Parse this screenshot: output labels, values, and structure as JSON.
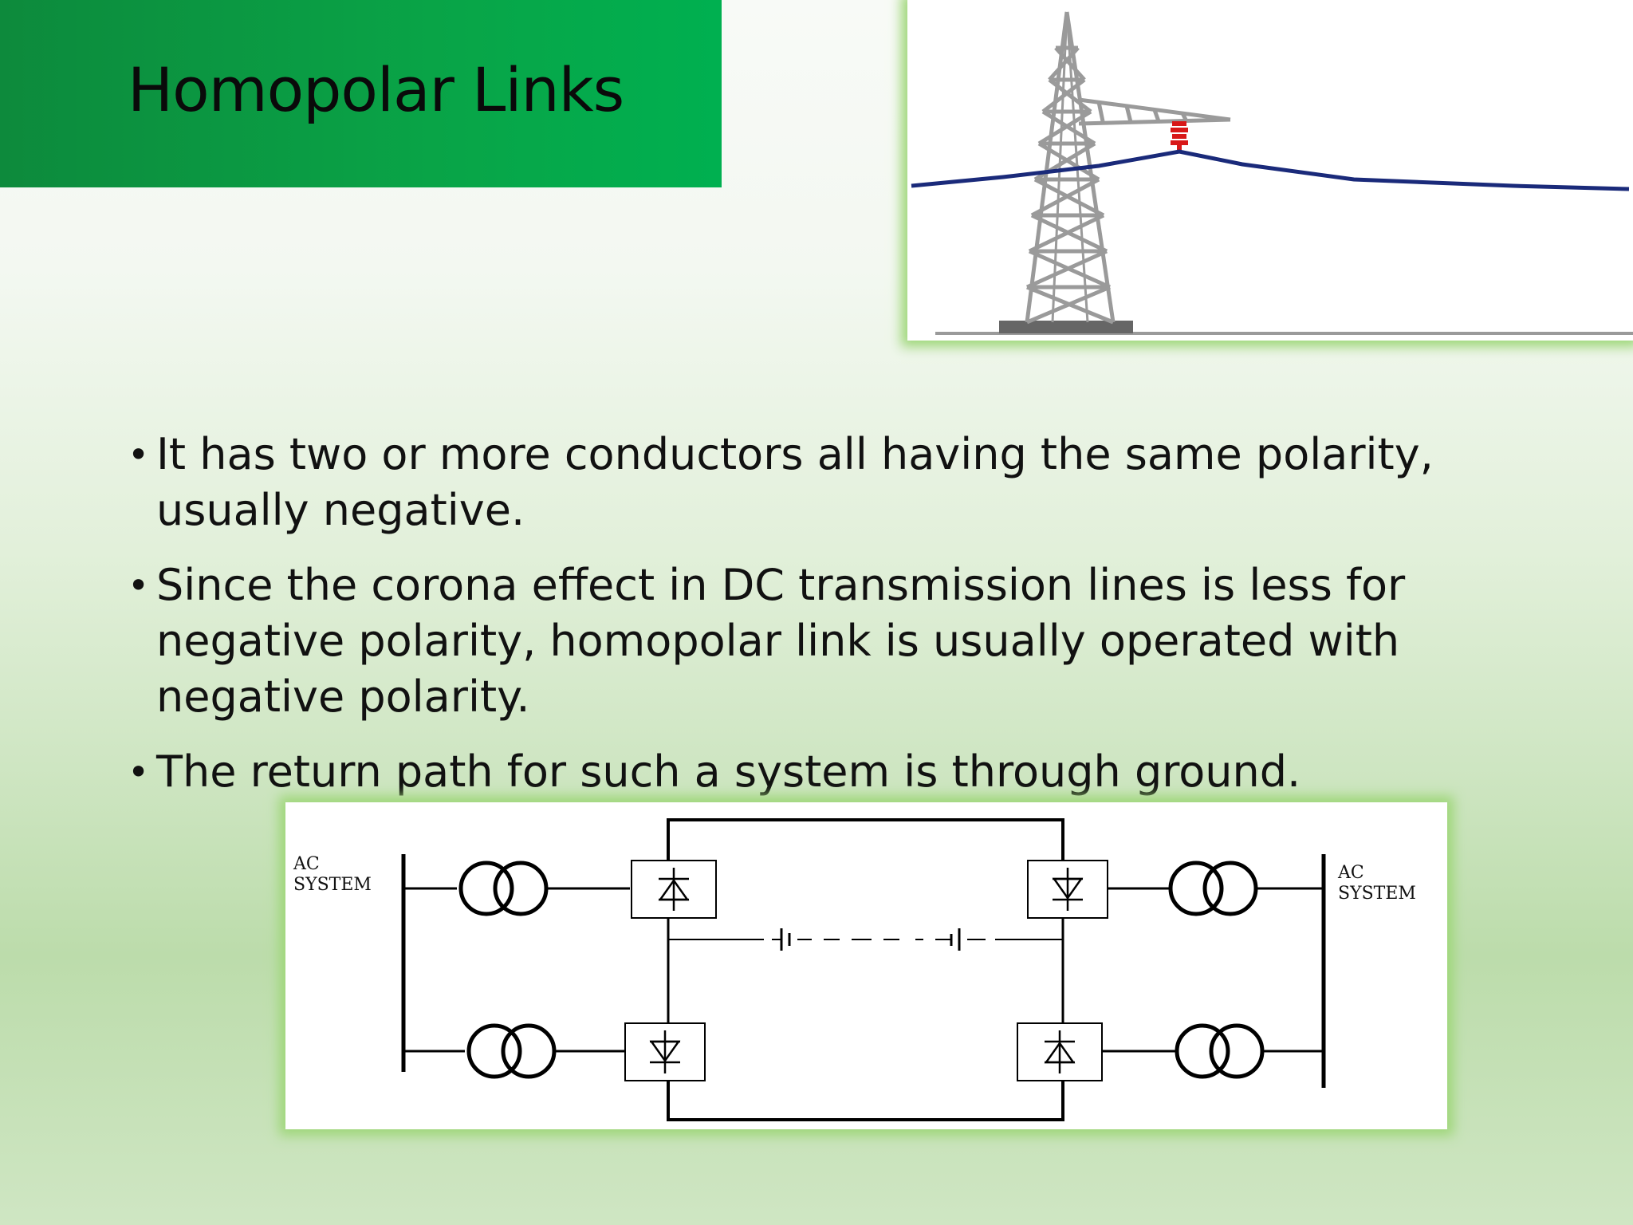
{
  "slide": {
    "title": "Homopolar Links",
    "bullets": [
      "It has two or more conductors all having the same polarity, usually negative.",
      "Since the corona effect in DC transmission lines is less for negative polarity, homopolar link is usually operated with negative polarity.",
      "The return path for such a system is through ground."
    ],
    "bullet_symbol": "•"
  },
  "circuit": {
    "left_label": [
      "AC",
      "SYSTEM"
    ],
    "right_label": [
      "AC",
      "SYSTEM"
    ]
  },
  "colors": {
    "title_bar": "#00b050",
    "frame_glow": "#9fd77a",
    "line_conductor": "#1a2a7a",
    "insulator": "#d81818",
    "tower": "#9a9a9a"
  },
  "icons": [
    "transmission-tower-image",
    "circuit-diagram-image"
  ]
}
